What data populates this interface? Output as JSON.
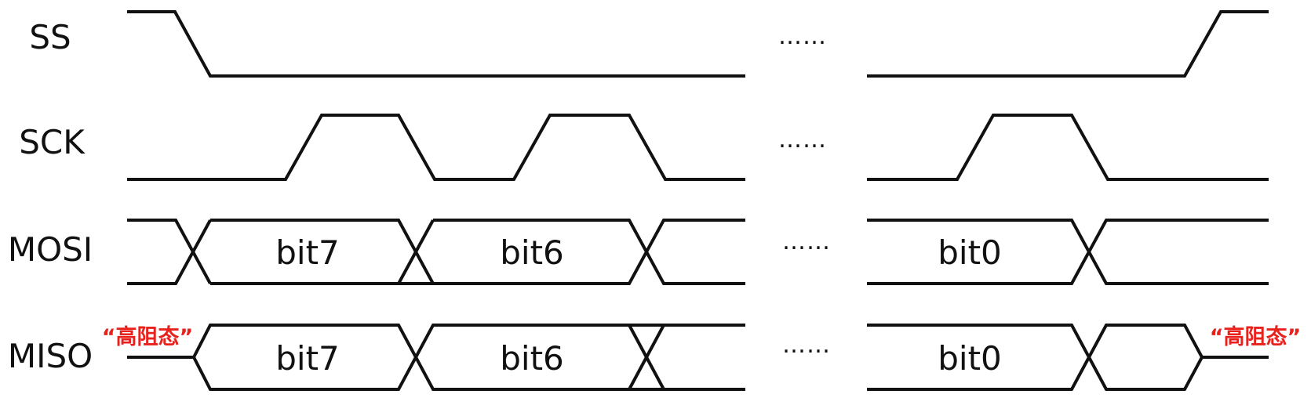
{
  "colors": {
    "wave": "#111111",
    "label": "#111111",
    "high_impedance": "#e8211c"
  },
  "signals": {
    "ss": "SS",
    "sck": "SCK",
    "mosi": "MOSI",
    "miso": "MISO"
  },
  "bits": {
    "mosi": [
      "bit7",
      "bit6",
      "bit0"
    ],
    "miso": [
      "bit7",
      "bit6",
      "bit0"
    ]
  },
  "ellipsis": "……",
  "high_impedance_label": "“高阻态”"
}
